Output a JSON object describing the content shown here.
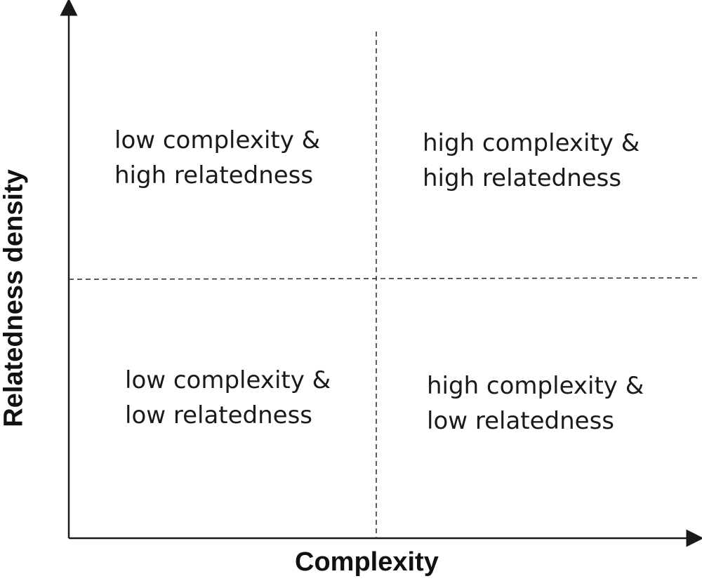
{
  "axes": {
    "x_title": "Complexity",
    "y_title": "Relatedness density"
  },
  "quadrants": {
    "top_left": {
      "line1": "low complexity &",
      "line2": "high relatedness"
    },
    "top_right": {
      "line1": "high complexity &",
      "line2": "high relatedness"
    },
    "bottom_left": {
      "line1": "low complexity &",
      "line2": "low relatedness"
    },
    "bottom_right": {
      "line1": "high complexity &",
      "line2": "low relatedness"
    }
  },
  "colors": {
    "axis": "#1a1a1a",
    "divider": "#333333",
    "text": "#1a1a1a"
  }
}
